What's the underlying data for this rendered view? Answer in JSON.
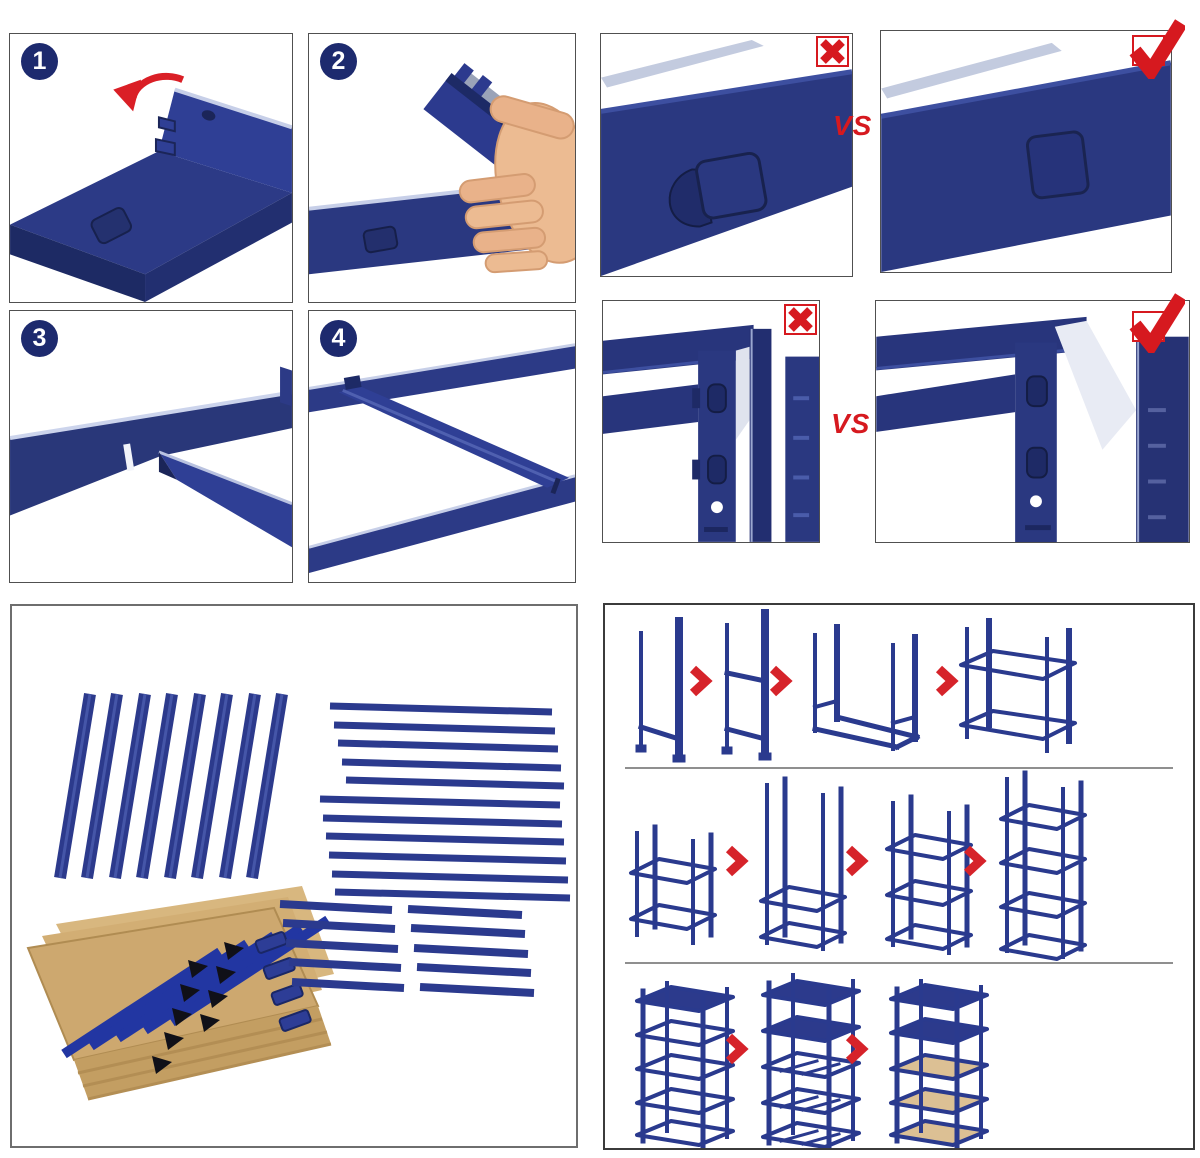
{
  "sheet": {
    "kind": "shelving-rack-assembly-instructions",
    "background": "#ffffff"
  },
  "colors": {
    "navy": "#2a3880",
    "navy_dark": "#1b2558",
    "navy_light": "#3d4fa0",
    "steel_light": "#c7cfe8",
    "red_accent": "#d6191f",
    "board_tan": "#cda86f",
    "hand_skin": "#ecbb92",
    "panel_border": "#505050"
  },
  "steps": [
    {
      "number": "1",
      "illustration": "beam-tab-rotate"
    },
    {
      "number": "2",
      "illustration": "hand-inserting-beam"
    },
    {
      "number": "3",
      "illustration": "beam-corner-joined"
    },
    {
      "number": "4",
      "illustration": "frame-with-cross-brace"
    }
  ],
  "comparisons": [
    {
      "vs_label": "VS",
      "left_icon": "x-mark",
      "right_icon": "check-mark"
    },
    {
      "vs_label": "VS",
      "left_icon": "x-mark",
      "right_icon": "check-mark"
    }
  ],
  "parts_overview": {
    "upright_posts": 8,
    "long_beams": 11,
    "short_beams_left_column": 5,
    "short_beams_right_column": 5,
    "board_stack": 1
  },
  "assembly_sequence": {
    "arrow_icon": "chevron-right",
    "row1_stages": 4,
    "row2_stages": 4,
    "row3_stages": 3
  }
}
